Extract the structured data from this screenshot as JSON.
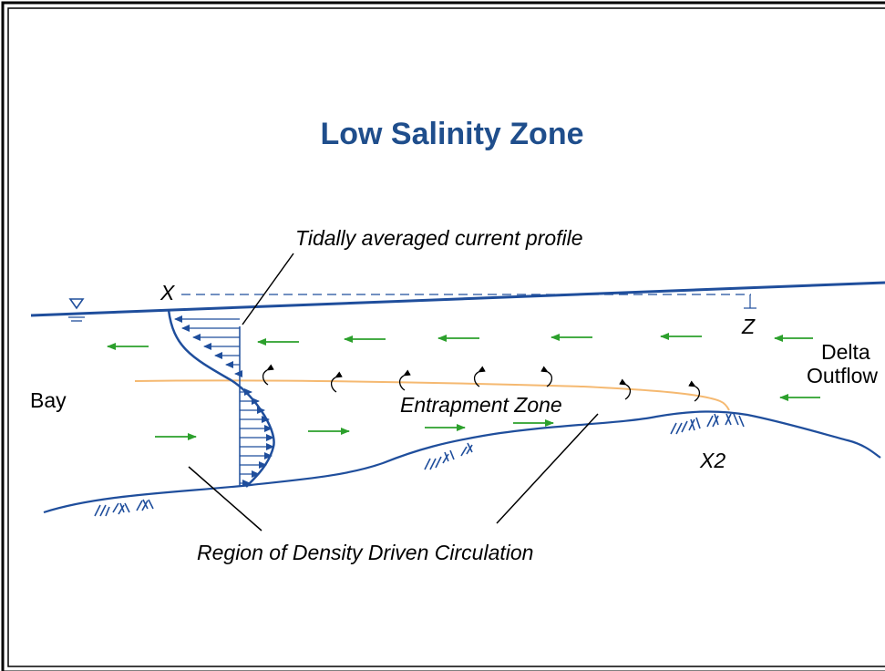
{
  "title": "Low Salinity Zone",
  "labels": {
    "current_profile": "Tidally averaged current profile",
    "x_marker": "X",
    "z_marker": "Z",
    "bay": "Bay",
    "delta_line1": "Delta",
    "delta_line2": "Outflow",
    "entrapment": "Entrapment Zone",
    "x2": "X2",
    "density_region": "Region of Density Driven Circulation"
  },
  "colors": {
    "title": "#1f4e8c",
    "water": "#1f4e9c",
    "flow_arrow": "#2ca02c",
    "interface": "#f5b971",
    "profile": "#1f4e9c",
    "text": "#000000"
  },
  "icons": {
    "water_level": "water-level-triangle-icon",
    "sediment": "sediment-hatch-icon",
    "flow": "flow-arrow-icon",
    "eddy": "eddy-swirl-icon"
  }
}
